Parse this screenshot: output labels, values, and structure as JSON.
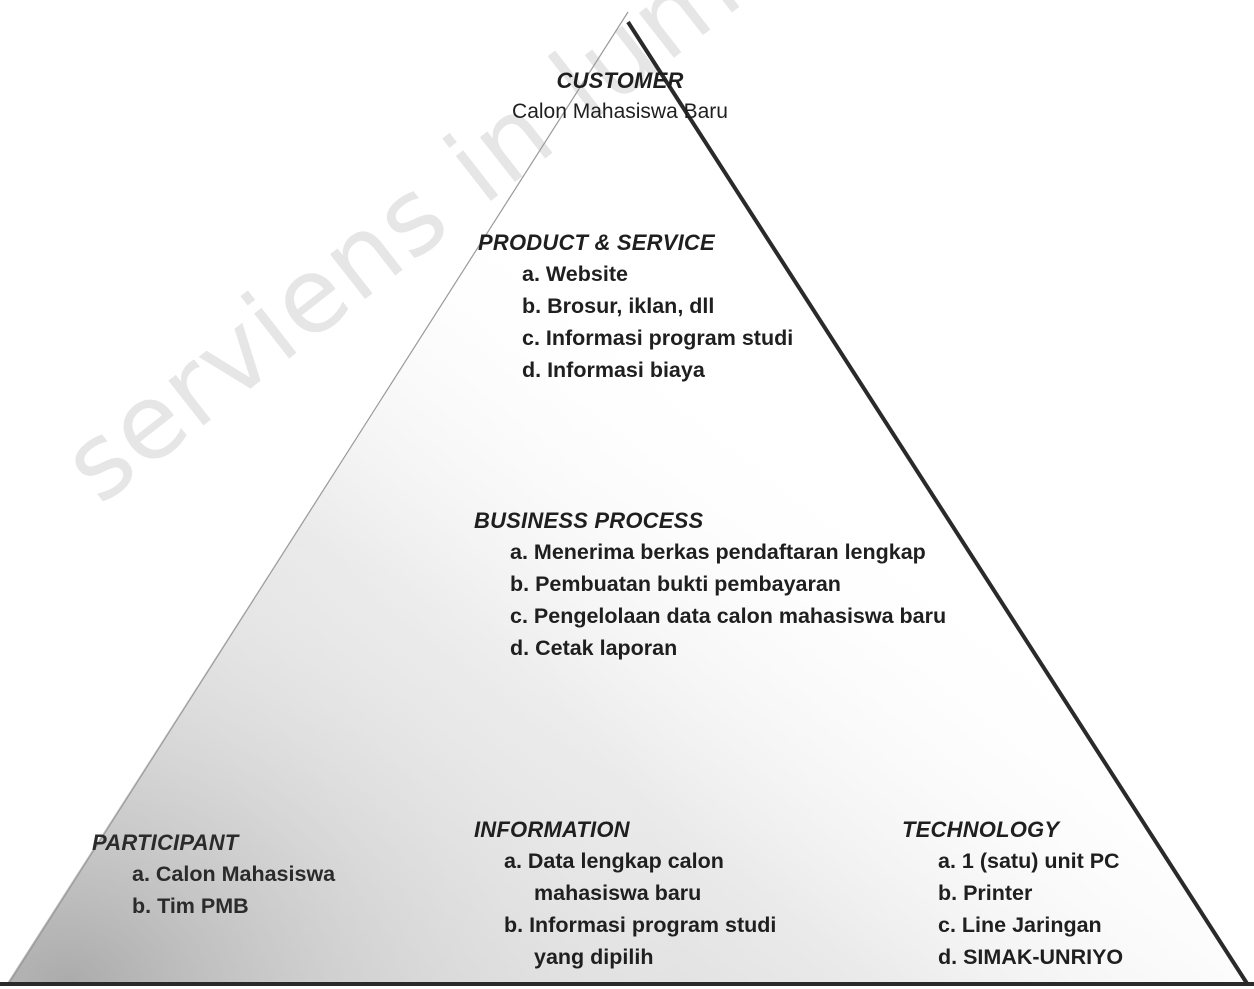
{
  "customer": {
    "heading": "CUSTOMER",
    "value": "Calon Mahasiswa Baru"
  },
  "product_service": {
    "heading": "PRODUCT & SERVICE",
    "items": [
      "a. Website",
      "b. Brosur, iklan, dll",
      "c. Informasi program studi",
      "d. Informasi biaya"
    ]
  },
  "business_process": {
    "heading": "BUSINESS PROCESS",
    "items": [
      "a. Menerima berkas pendaftaran lengkap",
      "b. Pembuatan bukti pembayaran",
      "c. Pengelolaan data calon mahasiswa baru",
      "d. Cetak laporan"
    ]
  },
  "participant": {
    "heading": "PARTICIPANT",
    "items": [
      "a. Calon Mahasiswa",
      "b. Tim PMB"
    ]
  },
  "information": {
    "heading": "INFORMATION",
    "lines": [
      "a. Data lengkap calon",
      "mahasiswa baru",
      "b. Informasi program studi",
      "yang dipilih"
    ]
  },
  "technology": {
    "heading": "TECHNOLOGY",
    "items": [
      "a. 1 (satu) unit PC",
      "b. Printer",
      "c. Line Jaringan",
      "d. SIMAK-UNRIYO"
    ]
  },
  "watermark": {
    "text": "serviens in lumine veritatis"
  },
  "colors": {
    "outline": "#2a2a2a",
    "text": "#1f1f1f",
    "watermark": "#e6e6e6",
    "shade": "#bdbdbd"
  }
}
